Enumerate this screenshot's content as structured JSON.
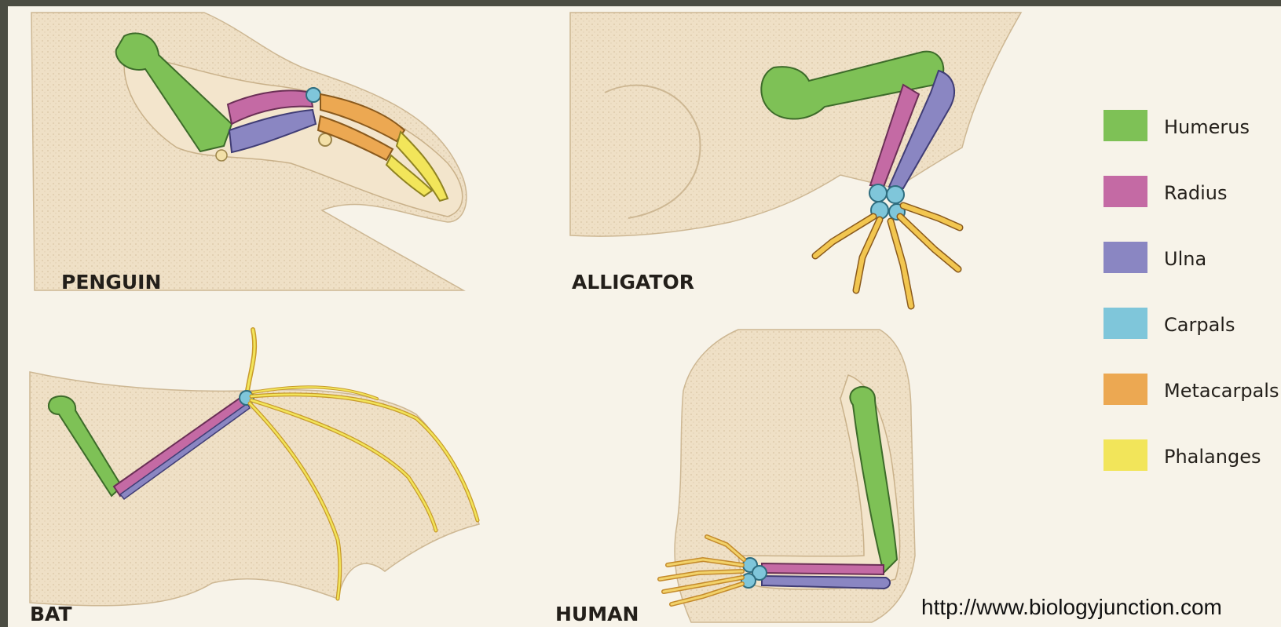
{
  "panels": {
    "penguin": "PENGUIN",
    "alligator": "ALLIGATOR",
    "bat": "BAT",
    "human": "HUMAN"
  },
  "legend": [
    {
      "label": "Humerus",
      "color": "#7ec156"
    },
    {
      "label": "Radius",
      "color": "#c46aa4"
    },
    {
      "label": "Ulna",
      "color": "#8a86c2"
    },
    {
      "label": "Carpals",
      "color": "#7fc6da"
    },
    {
      "label": "Metacarpals",
      "color": "#eca852"
    },
    {
      "label": "Phalanges",
      "color": "#f2e55a"
    }
  ],
  "source_url": "http://www.biologyjunction.com"
}
